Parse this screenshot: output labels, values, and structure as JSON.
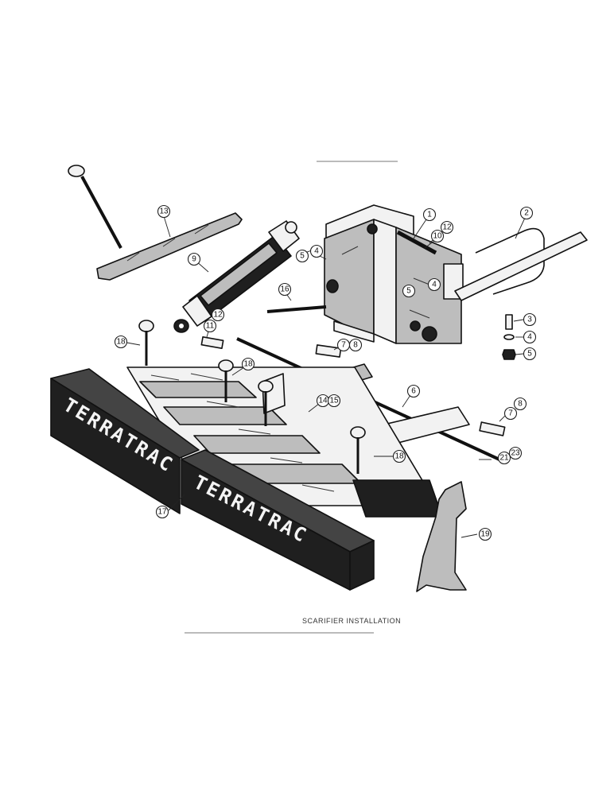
{
  "caption": "SCARIFIER INSTALLATION",
  "brand_labels": [
    "TERRATRAC",
    "TERRATRAC"
  ],
  "callouts": [
    "1",
    "2",
    "3",
    "4",
    "5",
    "4",
    "5",
    "4",
    "5",
    "6",
    "7",
    "8",
    "7",
    "8",
    "9",
    "10",
    "12",
    "11",
    "12",
    "13",
    "14",
    "15",
    "16",
    "17",
    "18",
    "18",
    "18",
    "19",
    "21",
    "23"
  ]
}
